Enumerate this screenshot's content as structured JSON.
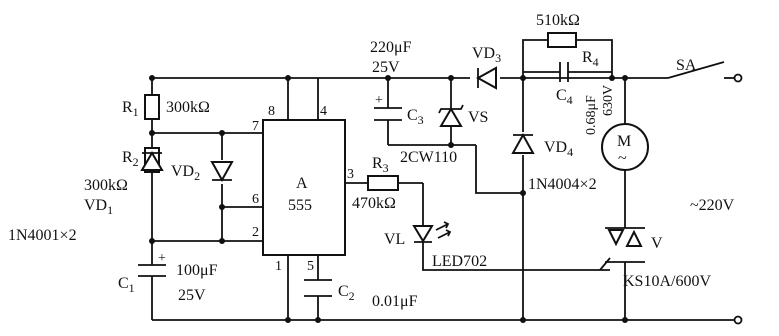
{
  "ic": {
    "designator": "A",
    "part": "555",
    "pins": [
      "8",
      "4",
      "7",
      "6",
      "2",
      "3",
      "1",
      "5"
    ]
  },
  "resistors": [
    {
      "ref": "R",
      "sub": "1",
      "value": "300kΩ"
    },
    {
      "ref": "R",
      "sub": "2",
      "value": "300kΩ"
    },
    {
      "ref": "R",
      "sub": "3",
      "value": "470kΩ"
    },
    {
      "ref": "R",
      "sub": "4",
      "value": "510kΩ"
    }
  ],
  "capacitors": [
    {
      "ref": "C",
      "sub": "1",
      "value": "100μF",
      "voltage": "25V"
    },
    {
      "ref": "C",
      "sub": "2",
      "value": "0.01μF"
    },
    {
      "ref": "C",
      "sub": "3",
      "value": "220μF",
      "voltage": "25V"
    },
    {
      "ref": "C",
      "sub": "4",
      "value": "0.68μF",
      "voltage": "630V"
    }
  ],
  "diodes": [
    {
      "ref": "VD",
      "sub": "1"
    },
    {
      "ref": "VD",
      "sub": "2"
    },
    {
      "ref": "VD",
      "sub": "3"
    },
    {
      "ref": "VD",
      "sub": "4"
    },
    {
      "ref": "VS",
      "sub": ""
    }
  ],
  "part_notes": {
    "diode_type_1": "1N4001×2",
    "diode_type_2": "1N4004×2",
    "zener_type": "2CW110"
  },
  "led": {
    "ref": "VL",
    "part": "LED702"
  },
  "triac": {
    "ref": "V",
    "part": "KS10A/600V"
  },
  "switch": {
    "ref": "SA"
  },
  "motor": {
    "ref": "M",
    "symbol": "~"
  },
  "supply": {
    "label": "~220V"
  }
}
